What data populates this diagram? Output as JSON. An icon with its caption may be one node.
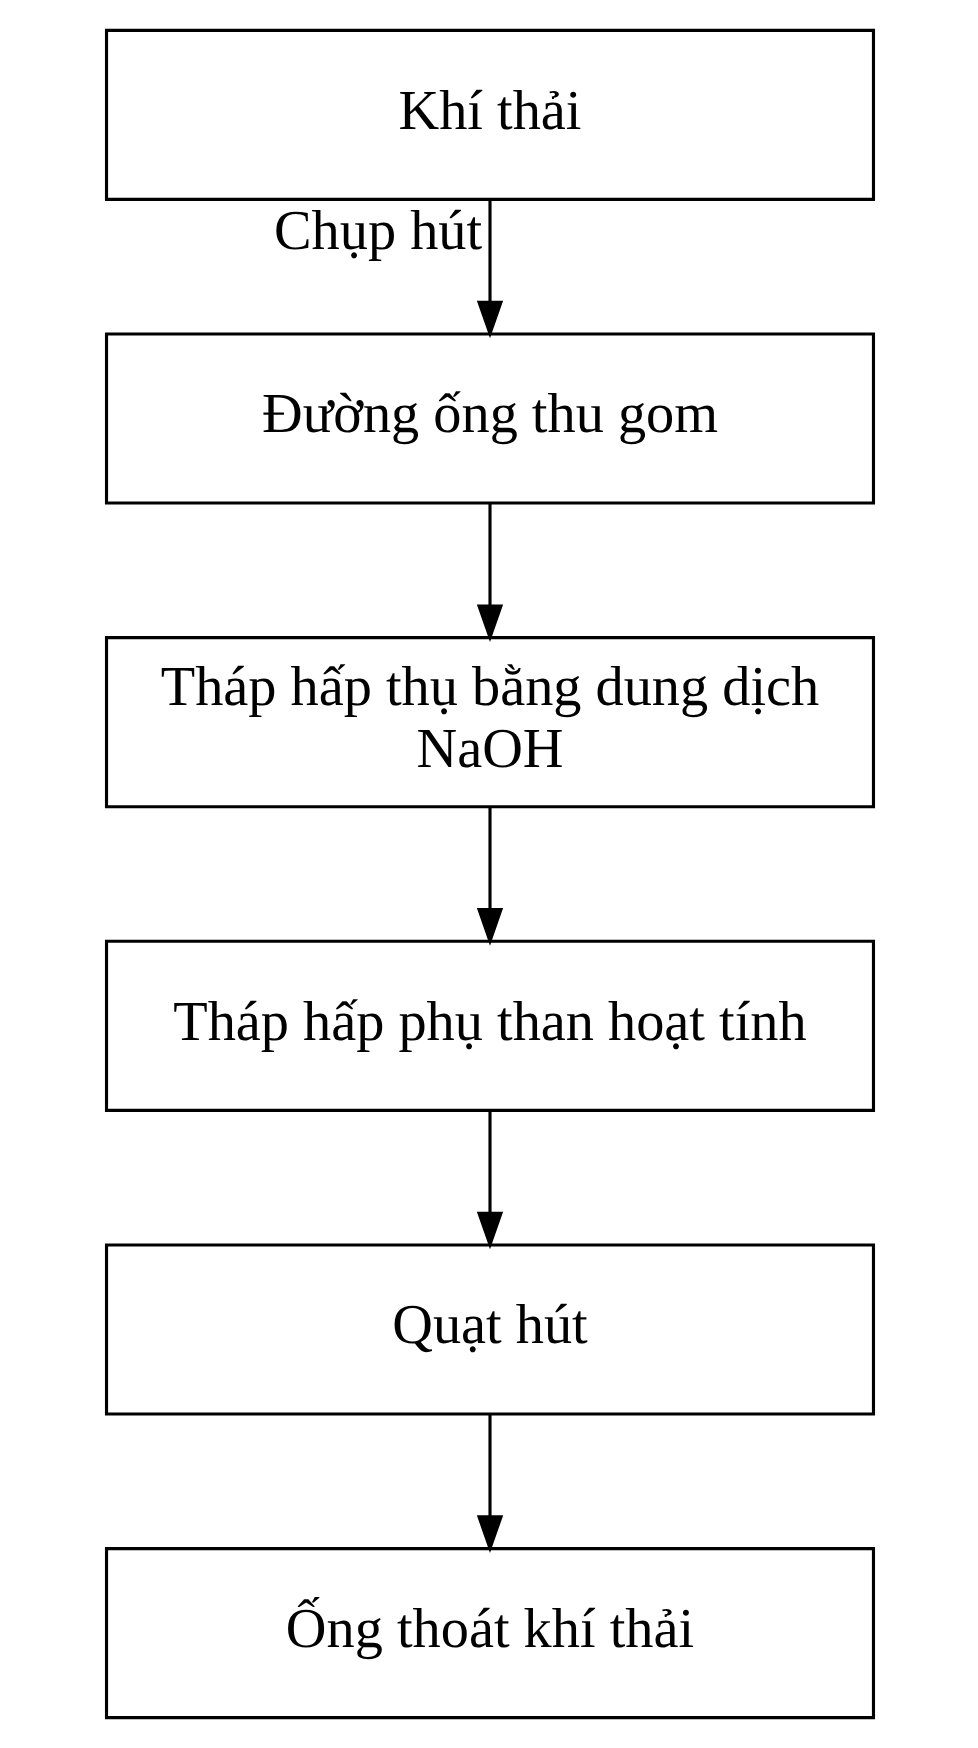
{
  "diagram": {
    "nodes": [
      {
        "text": [
          "Khí thải"
        ]
      },
      {
        "text": [
          "Đường ống thu gom"
        ]
      },
      {
        "text": [
          "Tháp hấp thụ bằng dung dịch NaOH"
        ]
      },
      {
        "text": [
          "Tháp hấp phụ than hoạt tính"
        ]
      },
      {
        "text": [
          "Quạt hút"
        ]
      },
      {
        "text": [
          "Ống thoát khí thải"
        ]
      }
    ],
    "edges": [
      {
        "from": 0,
        "to": 1,
        "arrow": "to",
        "label": "Chụp hút"
      },
      {
        "from": 1,
        "to": 2,
        "arrow": "to"
      },
      {
        "from": 2,
        "to": 3,
        "arrow": "to"
      },
      {
        "from": 3,
        "to": 4,
        "arrow": "to"
      },
      {
        "from": 4,
        "to": 5,
        "arrow": "to"
      }
    ]
  }
}
